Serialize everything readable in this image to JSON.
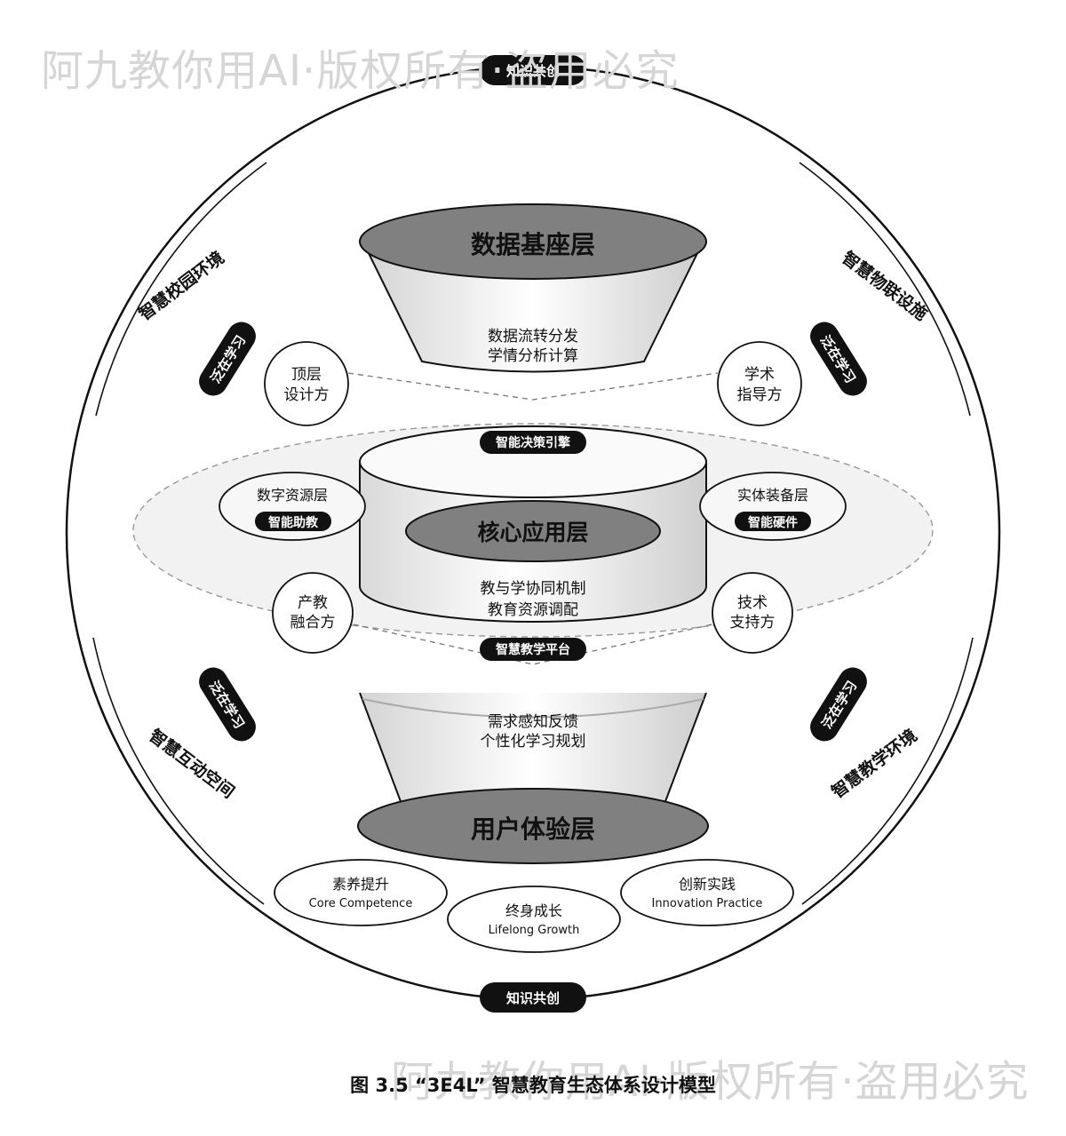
{
  "watermark": {
    "top": "阿九教你用AI·版权所有·盗用必究",
    "bottom": "阿九教你用AI·版权所有·盗用必究"
  },
  "ring": {
    "top_badge": "知识共创",
    "bottom_badge": "知识共创",
    "arc_labels": {
      "upper_left": "智慧校园环境",
      "upper_right": "智慧物联设施",
      "lower_left": "智慧互动空间",
      "lower_right": "智慧教学环境"
    },
    "pan_badges": {
      "upper_left": "泛在学习",
      "upper_right": "泛在学习",
      "lower_left": "泛在学习",
      "lower_right": "泛在学习"
    }
  },
  "top_layer": {
    "title": "数据基座层",
    "line1": "数据流转分发",
    "line2": "学情分析计算"
  },
  "core_layer": {
    "title": "核心应用层",
    "line1": "教与学协同机制",
    "line2": "教育资源调配",
    "top_badge": "智能决策引擎",
    "bottom_badge": "智慧教学平台"
  },
  "bottom_layer": {
    "title": "用户体验层",
    "line1": "需求感知反馈",
    "line2": "个性化学习规划"
  },
  "roles": {
    "top_left": {
      "line1": "顶层",
      "line2": "设计方"
    },
    "top_right": {
      "line1": "学术",
      "line2": "指导方"
    },
    "bottom_left": {
      "line1": "产教",
      "line2": "融合方"
    },
    "bottom_right": {
      "line1": "技术",
      "line2": "支持方"
    }
  },
  "side_layers": {
    "left": {
      "title": "数字资源层",
      "badge": "智能助教"
    },
    "right": {
      "title": "实体装备层",
      "badge": "智能硬件"
    }
  },
  "outcomes": [
    {
      "zh": "素养提升",
      "en": "Core Competence"
    },
    {
      "zh": "终身成长",
      "en": "Lifelong Growth"
    },
    {
      "zh": "创新实践",
      "en": "Innovation Practice"
    }
  ],
  "caption": "图 3.5 “3E4L” 智慧教育生态体系设计模型"
}
